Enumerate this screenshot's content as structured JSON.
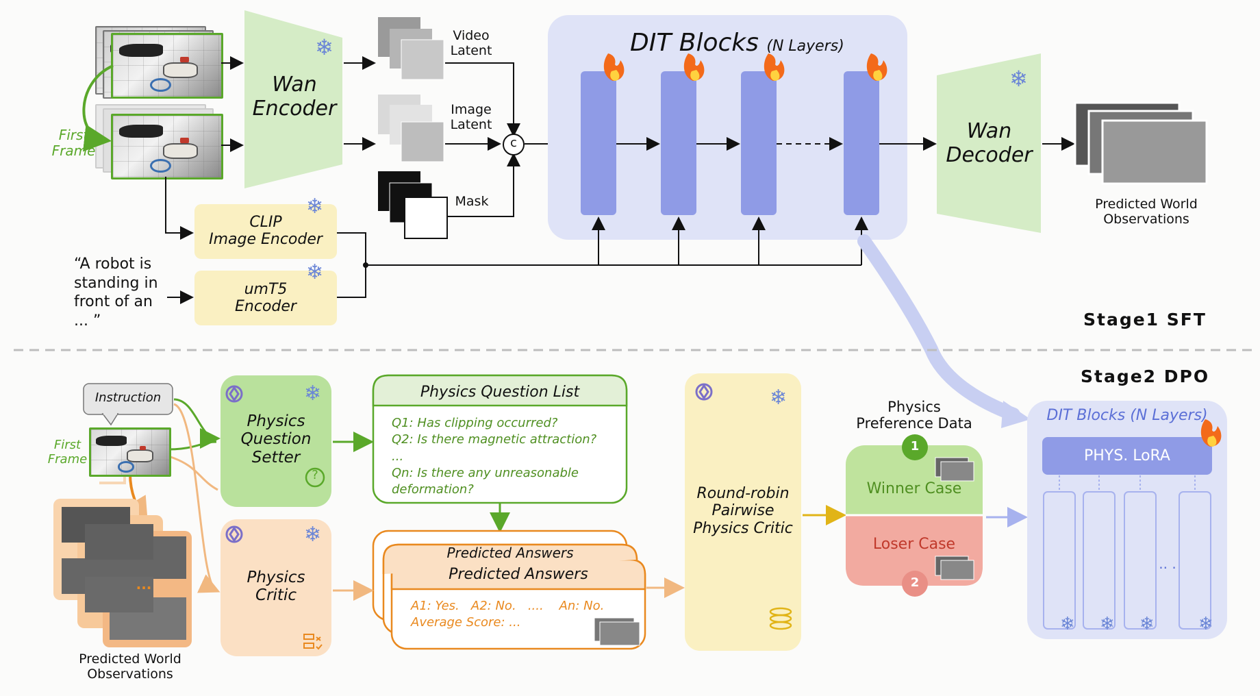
{
  "stage1": {
    "first_frame": "First\nFrame",
    "wan_encoder": "Wan\nEncoder",
    "video_latent": "Video\nLatent",
    "image_latent": "Image\nLatent",
    "mask": "Mask",
    "concat": "c",
    "dit_title": "DIT Blocks",
    "dit_sub": "(N Layers)",
    "wan_decoder": "Wan\nDecoder",
    "predicted_obs": "Predicted World\nObservations",
    "clip_encoder": "CLIP\nImage Encoder",
    "umt5_encoder": "umT5\nEncoder",
    "prompt": "“A robot is\nstanding in\nfront of an\n... ”",
    "stage_label": "Stage1 SFT"
  },
  "stage2": {
    "stage_label": "Stage2 DPO",
    "instruction": "Instruction",
    "first_frame": "First\nFrame",
    "question_setter": "Physics\nQuestion\nSetter",
    "question_list_title": "Physics Question List",
    "questions": [
      "Q1: Has clipping occurred?",
      "Q2: Is there magnetic attraction?",
      "...",
      "Qn: Is there any unreasonable\ndeformation?"
    ],
    "critic": "Physics\nCritic",
    "predicted_obs": "Predicted World\nObservations",
    "ellipsis": "...",
    "answers_title_back": "Predicted Answers",
    "answers_title": "Predicted Answers",
    "answers_line1": "A1: Yes.   A2: No.   ....    An: No.",
    "answers_line2": "Average Score: ...",
    "round_robin": "Round-robin\nPairwise\nPhysics Critic",
    "pref_data": "Physics\nPreference Data",
    "winner": "Winner Case",
    "loser": "Loser Case",
    "badge1": "1",
    "badge2": "2",
    "dit_title": "DIT Blocks (N Layers)",
    "lora": "PHYS. LoRA",
    "dots": ".. ."
  },
  "colors": {
    "green_fill": "#d5ecc6",
    "green_dark": "#5aa82a",
    "yellow_fill": "#faf0c2",
    "orange_fill": "#fbe0c4",
    "orange_dark": "#e9891f",
    "blue_panel": "#dfe3f7",
    "blue_block": "#9aa6e8",
    "winner_green": "#bfe39d",
    "loser_red": "#f2aaa0"
  }
}
